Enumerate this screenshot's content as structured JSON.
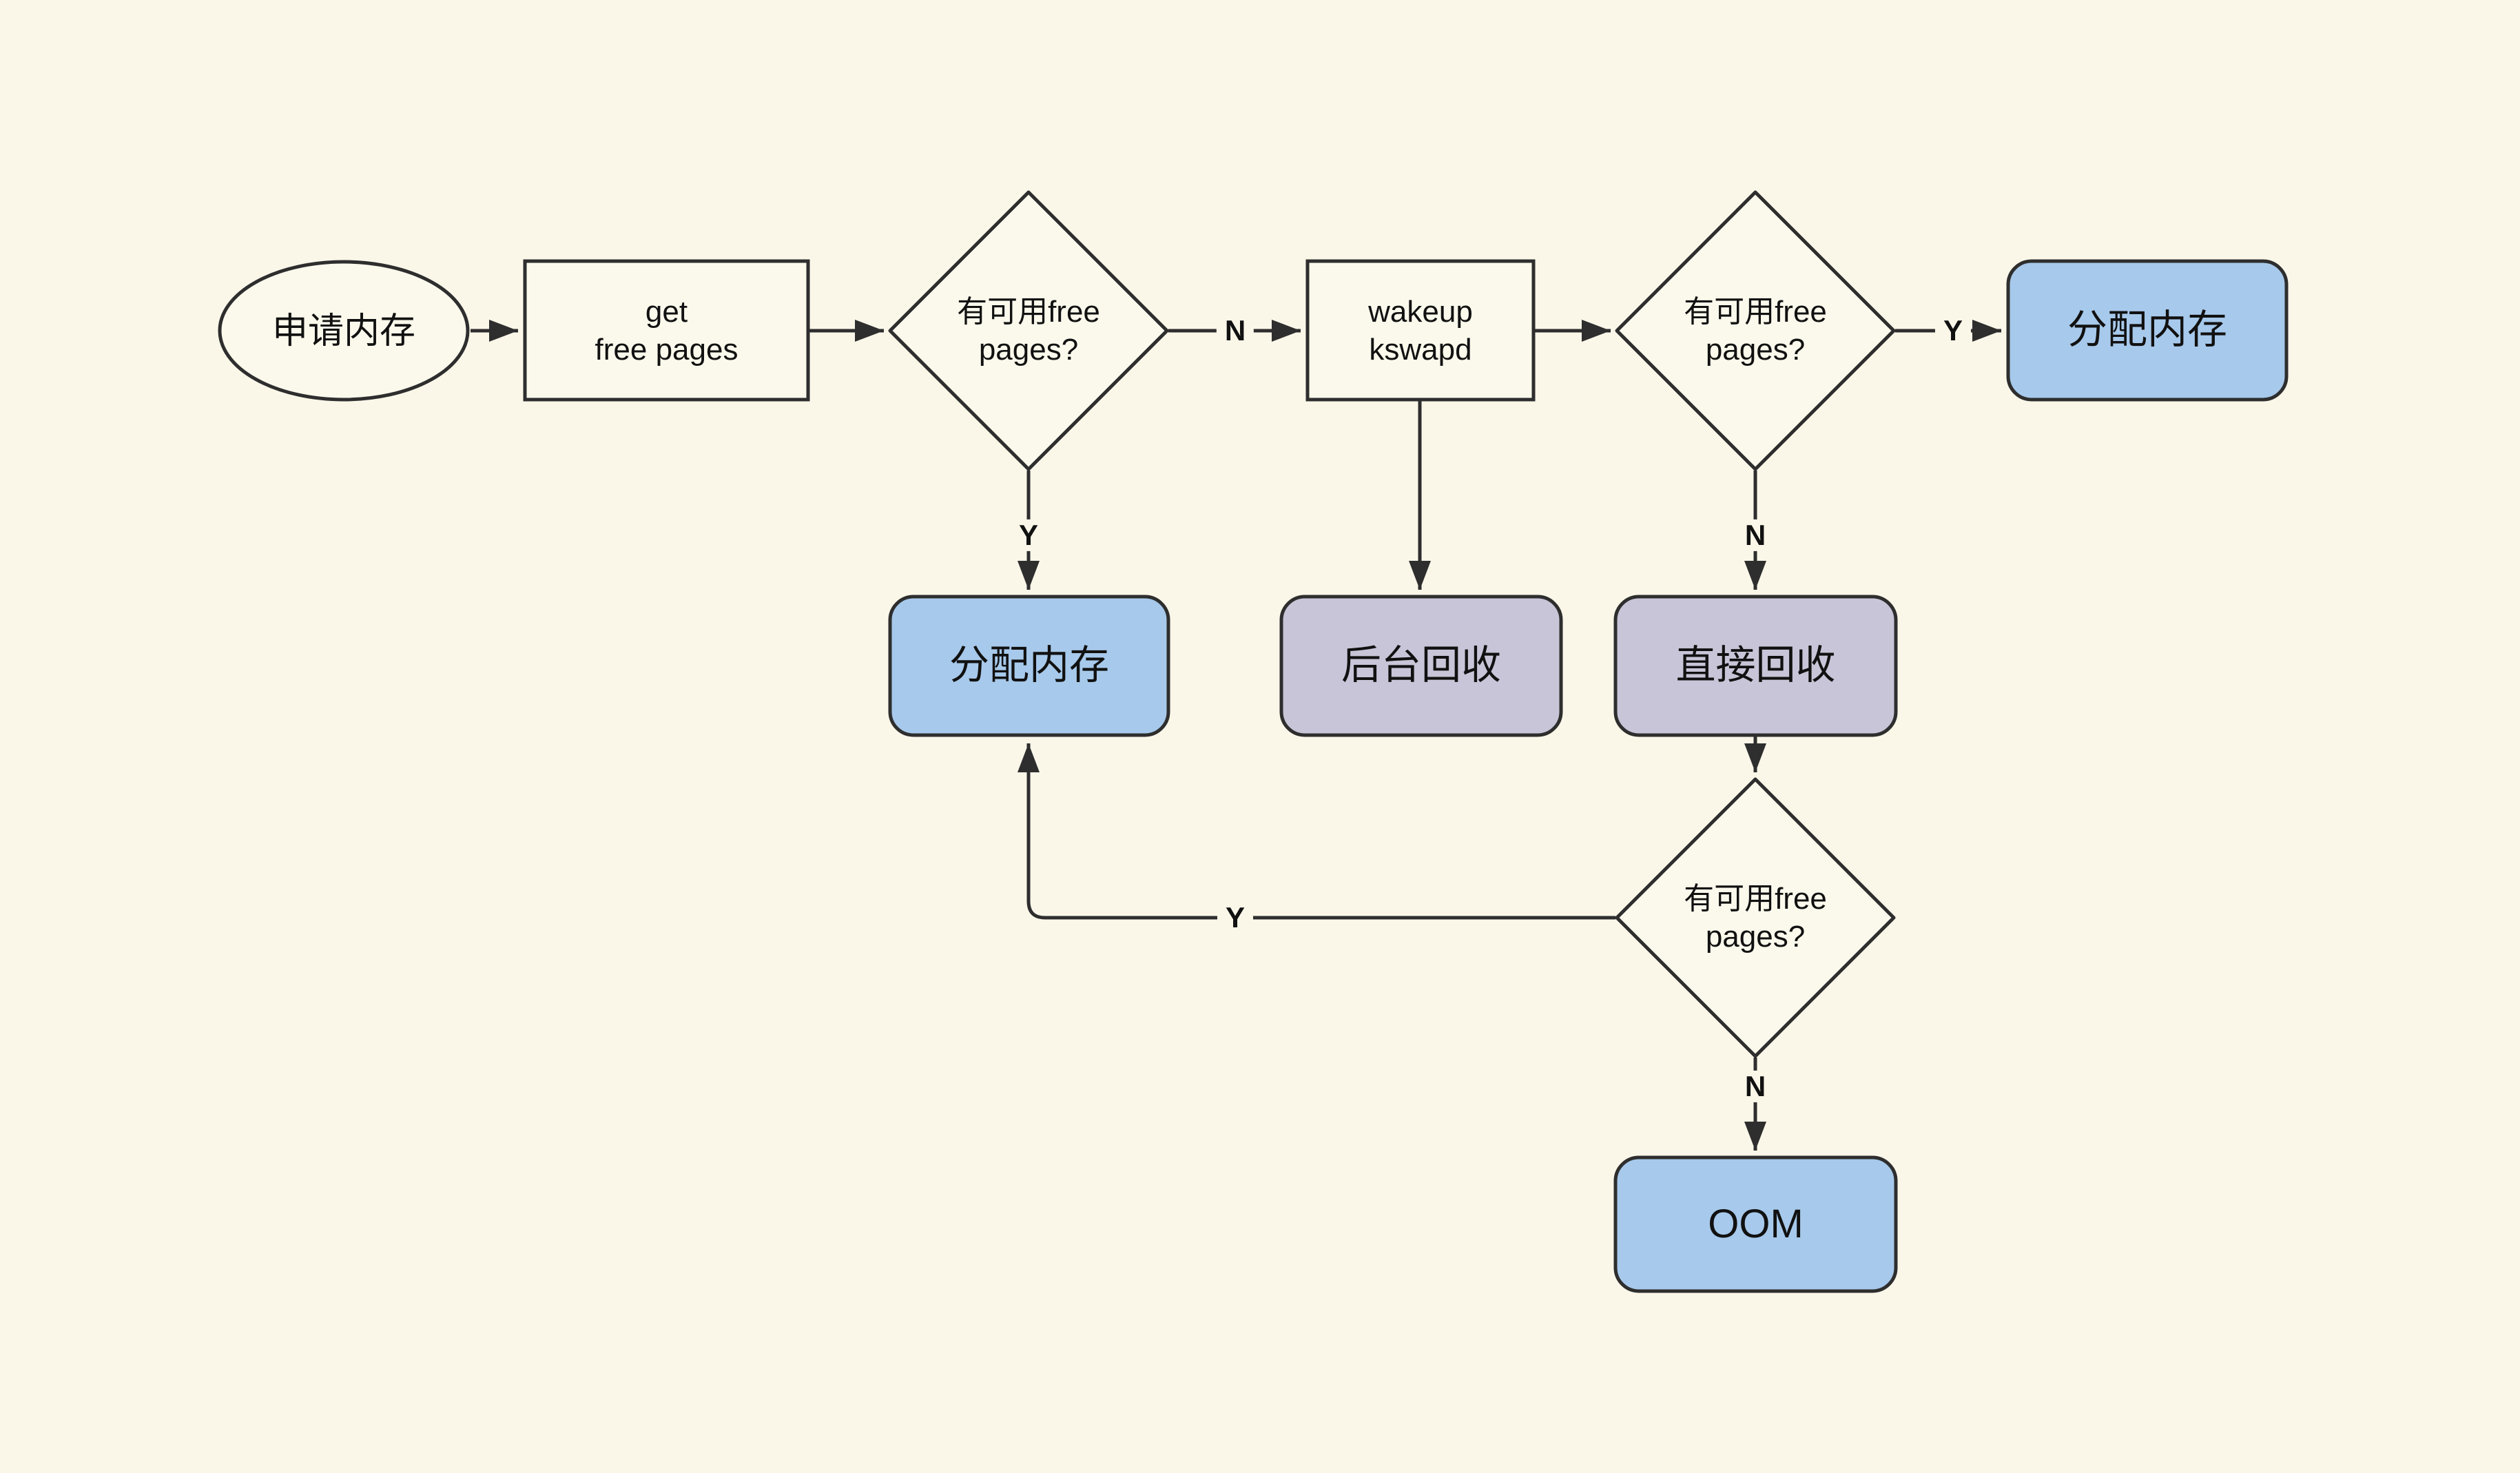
{
  "page": {
    "background": "#FAF7E9"
  },
  "colors": {
    "stroke": "#2e2e2e",
    "node_fill": "#FBF9EC",
    "blue_fill": "#A7C9EB",
    "purple_fill": "#C8C5D8"
  },
  "nodes": {
    "start": {
      "label": "申请内存",
      "shape": "ellipse"
    },
    "get_free_pages": {
      "label": "get\nfree pages",
      "shape": "rect"
    },
    "check1": {
      "label": "有可用free\npages?",
      "shape": "diamond"
    },
    "wakeup_kswapd": {
      "label": "wakeup\nkswapd",
      "shape": "rect"
    },
    "check2": {
      "label": "有可用free\npages?",
      "shape": "diamond"
    },
    "alloc_top_right": {
      "label": "分配内存",
      "shape": "rounded-rect-blue"
    },
    "alloc_mid": {
      "label": "分配内存",
      "shape": "rounded-rect-blue"
    },
    "background_reclaim": {
      "label": "后台回收",
      "shape": "rounded-rect-purple"
    },
    "direct_reclaim": {
      "label": "直接回收",
      "shape": "rounded-rect-purple"
    },
    "check3": {
      "label": "有可用free\npages?",
      "shape": "diamond"
    },
    "oom": {
      "label": "OOM",
      "shape": "rounded-rect-blue"
    }
  },
  "edge_labels": {
    "check1_no": "N",
    "check1_yes": "Y",
    "check2_yes": "Y",
    "check2_no": "N",
    "check3_yes": "Y",
    "check3_no": "N"
  }
}
